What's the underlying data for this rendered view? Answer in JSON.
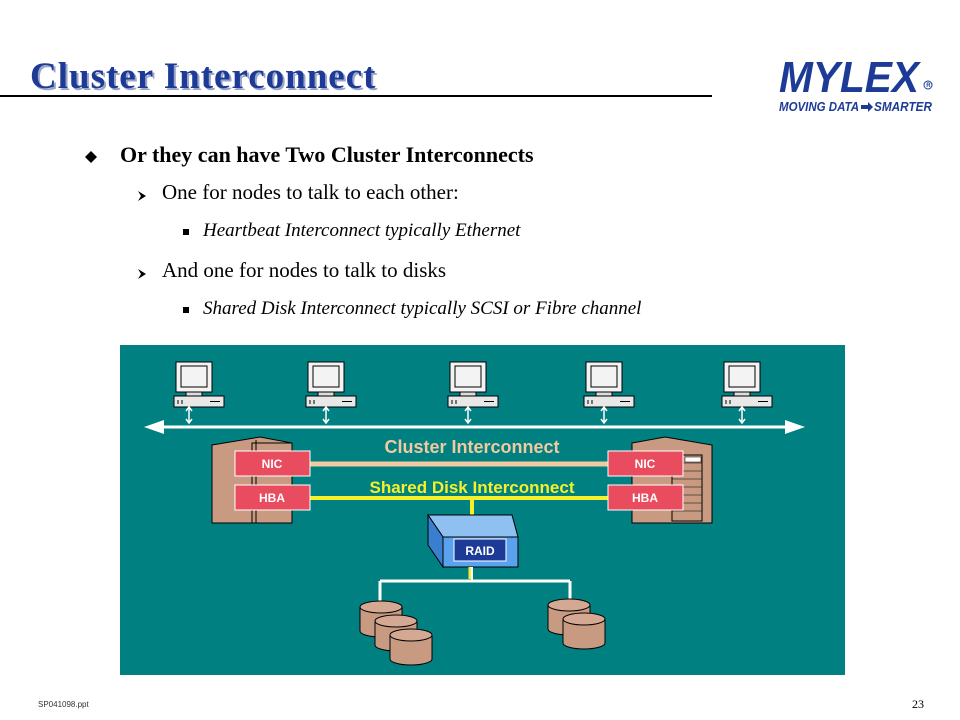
{
  "slide": {
    "title": "Cluster Interconnect",
    "bullets": [
      {
        "level": 1,
        "text": "Or they can have Two Cluster Interconnects"
      },
      {
        "level": 2,
        "text": "One for nodes to talk to each other:"
      },
      {
        "level": 3,
        "text": "Heartbeat Interconnect typically Ethernet"
      },
      {
        "level": 2,
        "text": "And one for nodes to talk to disks"
      },
      {
        "level": 3,
        "text": "Shared Disk Interconnect typically SCSI or Fibre channel"
      }
    ],
    "footer_left": "SP041098.ppt",
    "page_number": "23"
  },
  "logo": {
    "name": "MYLEX",
    "tagline": "MOVING DATA",
    "tagline2": "SMARTER",
    "registered": "R"
  },
  "diagram": {
    "cluster_label": "Cluster Interconnect",
    "shared_disk_label": "Shared Disk Interconnect",
    "nic_label": "NIC",
    "hba_label": "HBA",
    "raid_label": "RAID",
    "colors": {
      "background": "#008080",
      "cluster_line": "#f2c9a0",
      "disk_line": "#f5f02a",
      "card": "#e84c5e",
      "server": "#c89a82",
      "raid": "#5aa2ee",
      "network": "#ffffff",
      "title": "#1d3b96"
    }
  }
}
